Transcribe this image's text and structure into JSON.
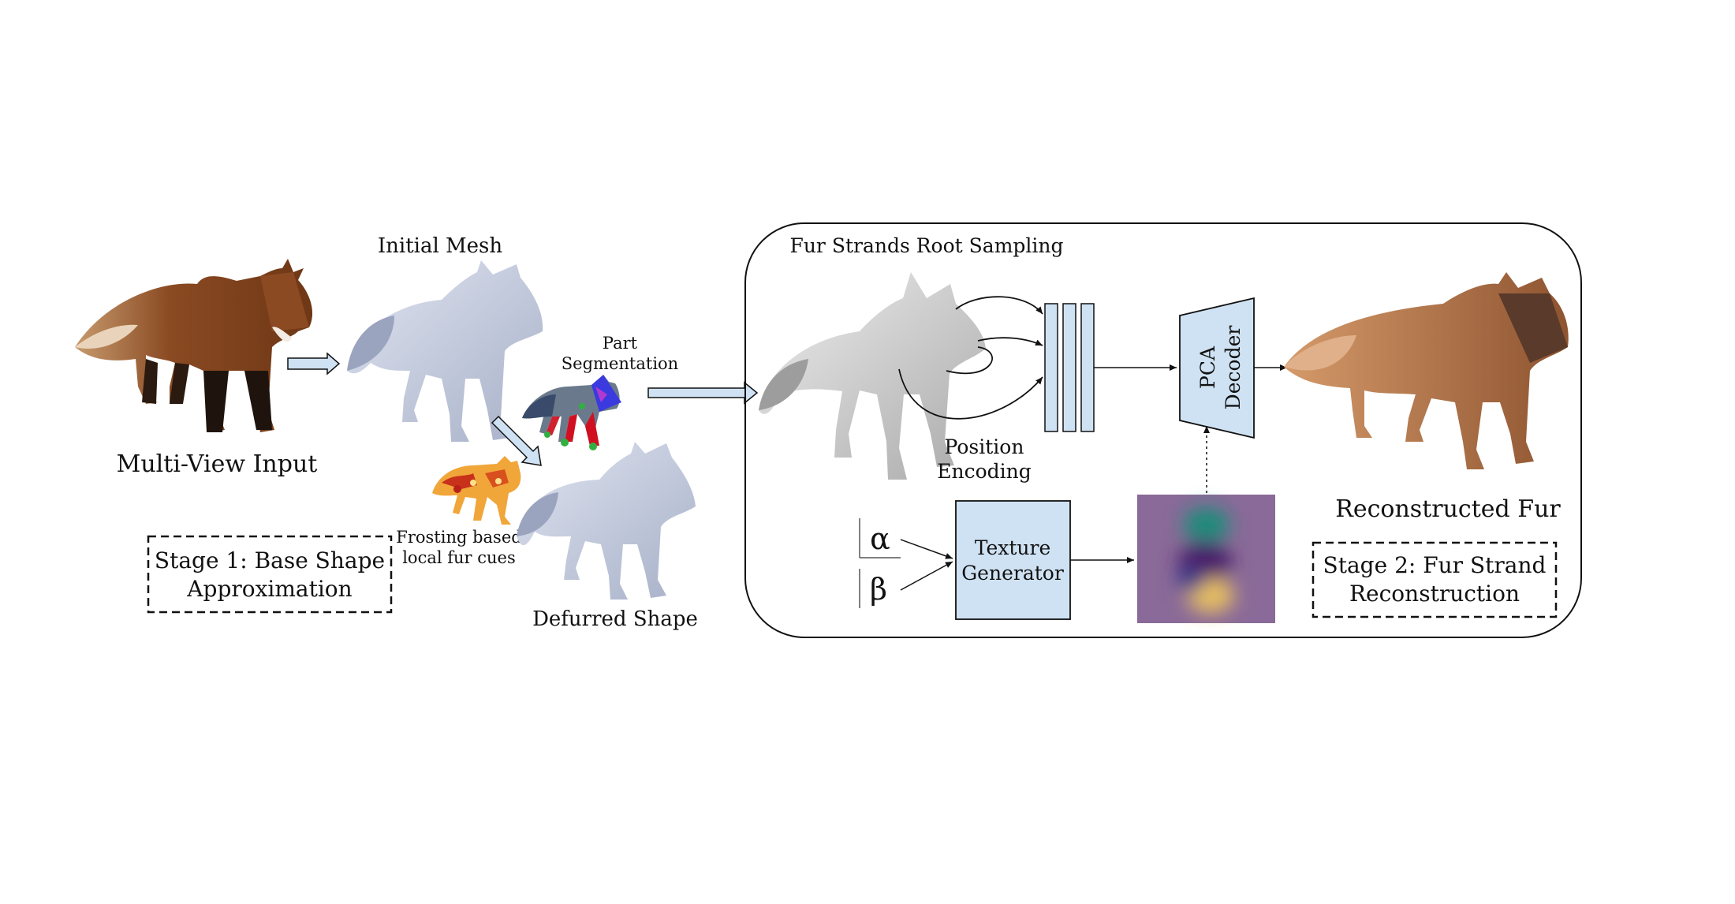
{
  "labels": {
    "initial_mesh": "Initial Mesh",
    "multi_view_input": "Multi-View Input",
    "part_segmentation_1": "Part",
    "part_segmentation_2": "Segmentation",
    "frosting_1": "Frosting based",
    "frosting_2": "local fur cues",
    "defurred_shape": "Defurred Shape",
    "stage1_line1": "Stage 1: Base Shape",
    "stage1_line2": "Approximation",
    "fur_root_sampling": "Fur Strands Root Sampling",
    "position_encoding_1": "Position",
    "position_encoding_2": "Encoding",
    "pca_decoder_1": "PCA",
    "pca_decoder_2": "Decoder",
    "alpha": "α",
    "beta": "β",
    "texture_generator_1": "Texture",
    "texture_generator_2": "Generator",
    "reconstructed_fur": "Reconstructed Fur",
    "stage2_line1": "Stage 2: Fur Strand",
    "stage2_line2": "Reconstruction"
  },
  "colors": {
    "block_fill": "#cfe2f3",
    "fox_fur": "#8a4a22",
    "fox_dark": "#2a1a10",
    "mesh_fill": "#b9c2d8",
    "mesh_gray": "#c8c8c8",
    "recon_fur": "#a86a3e",
    "texture_bg": "#8a6a98"
  }
}
